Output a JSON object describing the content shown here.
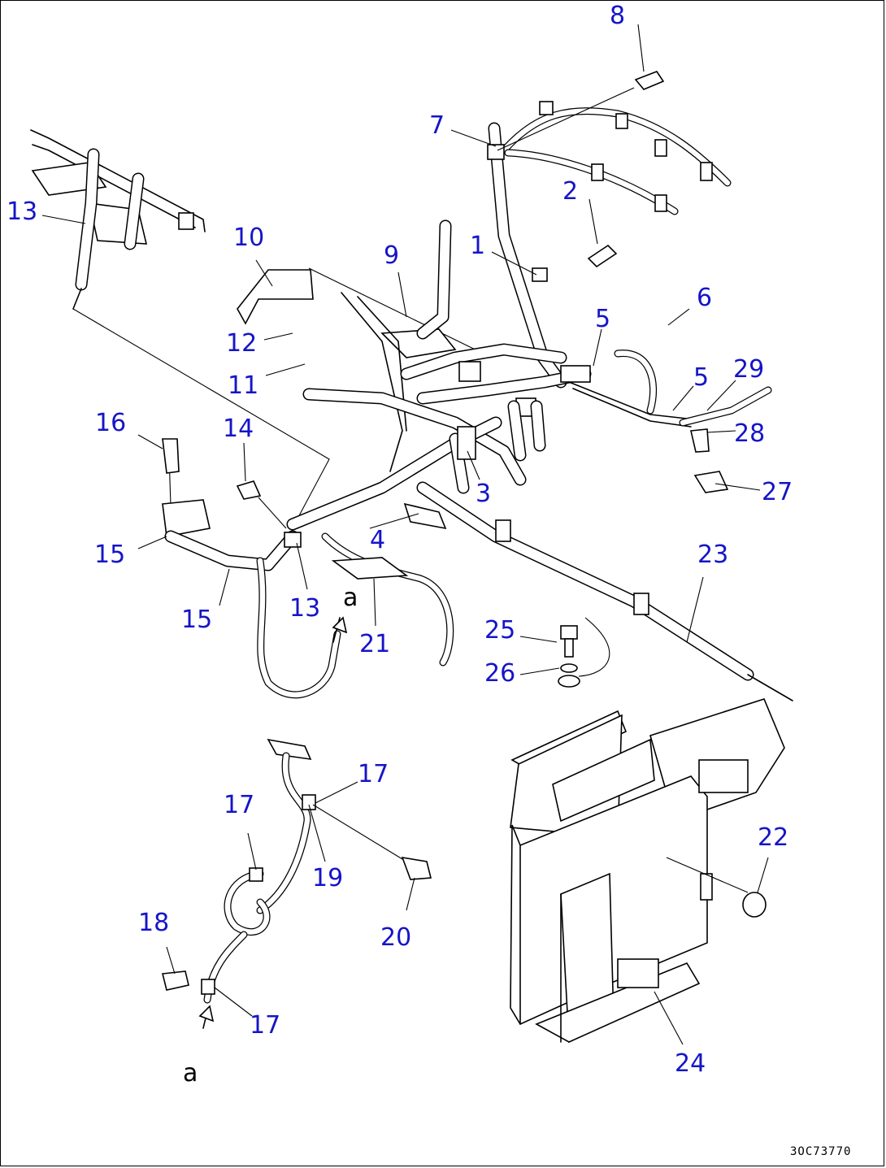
{
  "drawing": {
    "callouts": [
      "8",
      "7",
      "2",
      "1",
      "13",
      "10",
      "9",
      "6",
      "5",
      "12",
      "29",
      "11",
      "5",
      "28",
      "16",
      "14",
      "3",
      "27",
      "15",
      "4",
      "23",
      "15",
      "13",
      "21",
      "25",
      "26",
      "17",
      "17",
      "22",
      "19",
      "20",
      "18",
      "17",
      "24"
    ],
    "view_refs": [
      "a",
      "a"
    ],
    "drawing_code": "3OC73770"
  },
  "colors": {
    "callout": "#1515c8",
    "line": "#000000",
    "background": "#ffffff"
  }
}
